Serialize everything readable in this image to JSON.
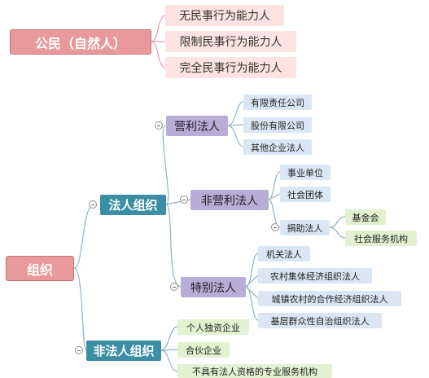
{
  "citizen": {
    "label": "公民（自然人）",
    "children": [
      "无民事行为能力人",
      "限制民事行为能力人",
      "完全民事行为能力人"
    ]
  },
  "organization": {
    "label": "组织",
    "legal_person": {
      "label": "法人组织",
      "for_profit": {
        "label": "营利法人",
        "children": [
          "有限责任公司",
          "股份有限公司",
          "其他企业法人"
        ]
      },
      "non_profit": {
        "label": "非营利法人",
        "children": [
          "事业单位",
          "社会团体"
        ],
        "donation": {
          "label": "捐助法人",
          "children": [
            "基金会",
            "社会服务机构"
          ]
        }
      },
      "special": {
        "label": "特别法人",
        "children": [
          "机关法人",
          "农村集体经济组织法人",
          "城镇农村的合作经济组织法人",
          "基层群众性自治组织法人"
        ]
      }
    },
    "non_legal_person": {
      "label": "非法人组织",
      "children": [
        "个人独资企业",
        "合伙企业",
        "不具有法人资格的专业服务机构"
      ]
    }
  },
  "colors": {
    "root": "#e8999b",
    "citizen_child": "#fde4e2",
    "org_level": "#3b8ea4",
    "category": "#b8acd8",
    "leaf_blue": "#dbe6f5",
    "leaf_green": "#e3f1d1",
    "edge_top": "#e8a0a4",
    "edge_bottom": "#8fb4c6"
  }
}
